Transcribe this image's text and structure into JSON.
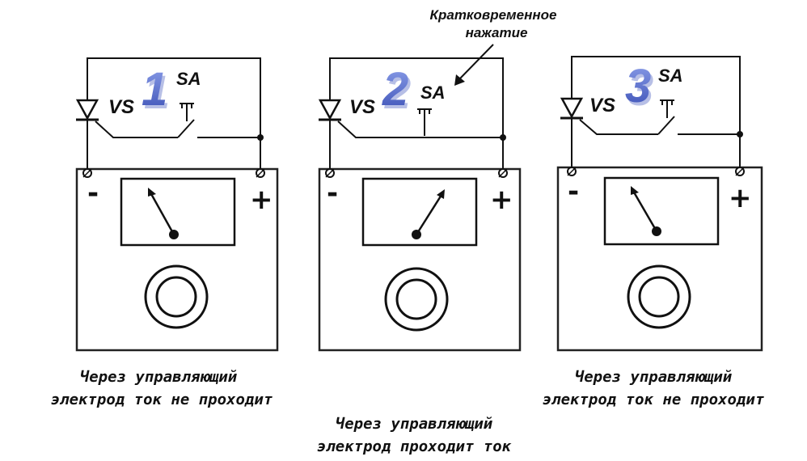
{
  "annotation": {
    "line1": "Кратковременное",
    "line2": "нажатие"
  },
  "panels": [
    {
      "number": "1",
      "thyristor_label": "VS",
      "switch_label": "SA",
      "minus": "-",
      "plus": "+",
      "switch_state": "open",
      "caption_line1": "Через управляющий",
      "caption_line2": "электрод ток не проходит"
    },
    {
      "number": "2",
      "thyristor_label": "VS",
      "switch_label": "SA",
      "minus": "-",
      "plus": "+",
      "switch_state": "closed",
      "caption_line1": "Через управляющий",
      "caption_line2": "электрод проходит ток"
    },
    {
      "number": "3",
      "thyristor_label": "VS",
      "switch_label": "SA",
      "minus": "-",
      "plus": "+",
      "switch_state": "open",
      "caption_line1": "Через управляющий",
      "caption_line2": "электрод ток не проходит"
    }
  ],
  "colors": {
    "number_fill": "#4a5fc1",
    "number_shadow": "#b7bfe6",
    "line": "#111111"
  }
}
